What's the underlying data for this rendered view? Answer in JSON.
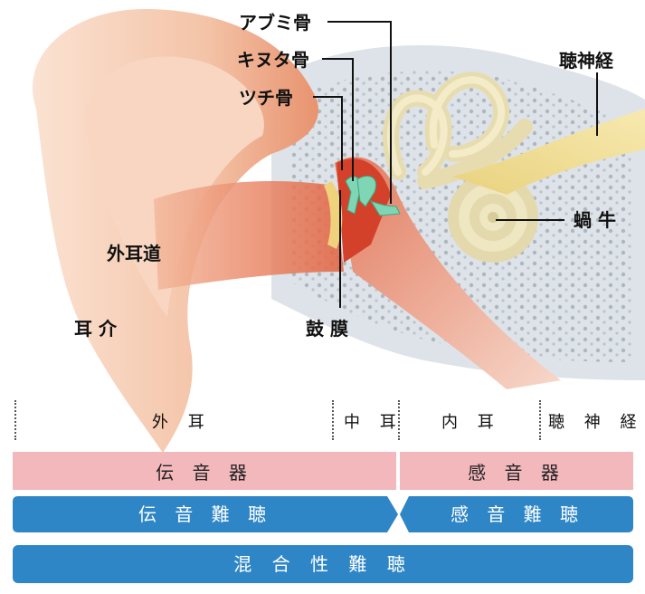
{
  "labels": {
    "abumi": "アブミ骨",
    "kinuta": "キヌタ骨",
    "tsuchi": "ツチ骨",
    "chou_shinkei": "聴神経",
    "kagyu": "蝸 牛",
    "gaijidou": "外耳道",
    "jikai": "耳 介",
    "komaku": "鼓 膜"
  },
  "sections": {
    "outer": "外 耳",
    "middle": "中 耳",
    "inner": "内 耳",
    "nerve": "聴 神 経"
  },
  "organs": {
    "conductive": "伝 音 器",
    "sensory": "感 音 器"
  },
  "hearing_loss": {
    "conductive": "伝 音 難 聴",
    "sensorineural": "感 音 難 聴",
    "mixed": "混 合 性 難 聴"
  },
  "colors": {
    "pink_band": "#f3b8bc",
    "blue_band": "#2f86c6"
  }
}
